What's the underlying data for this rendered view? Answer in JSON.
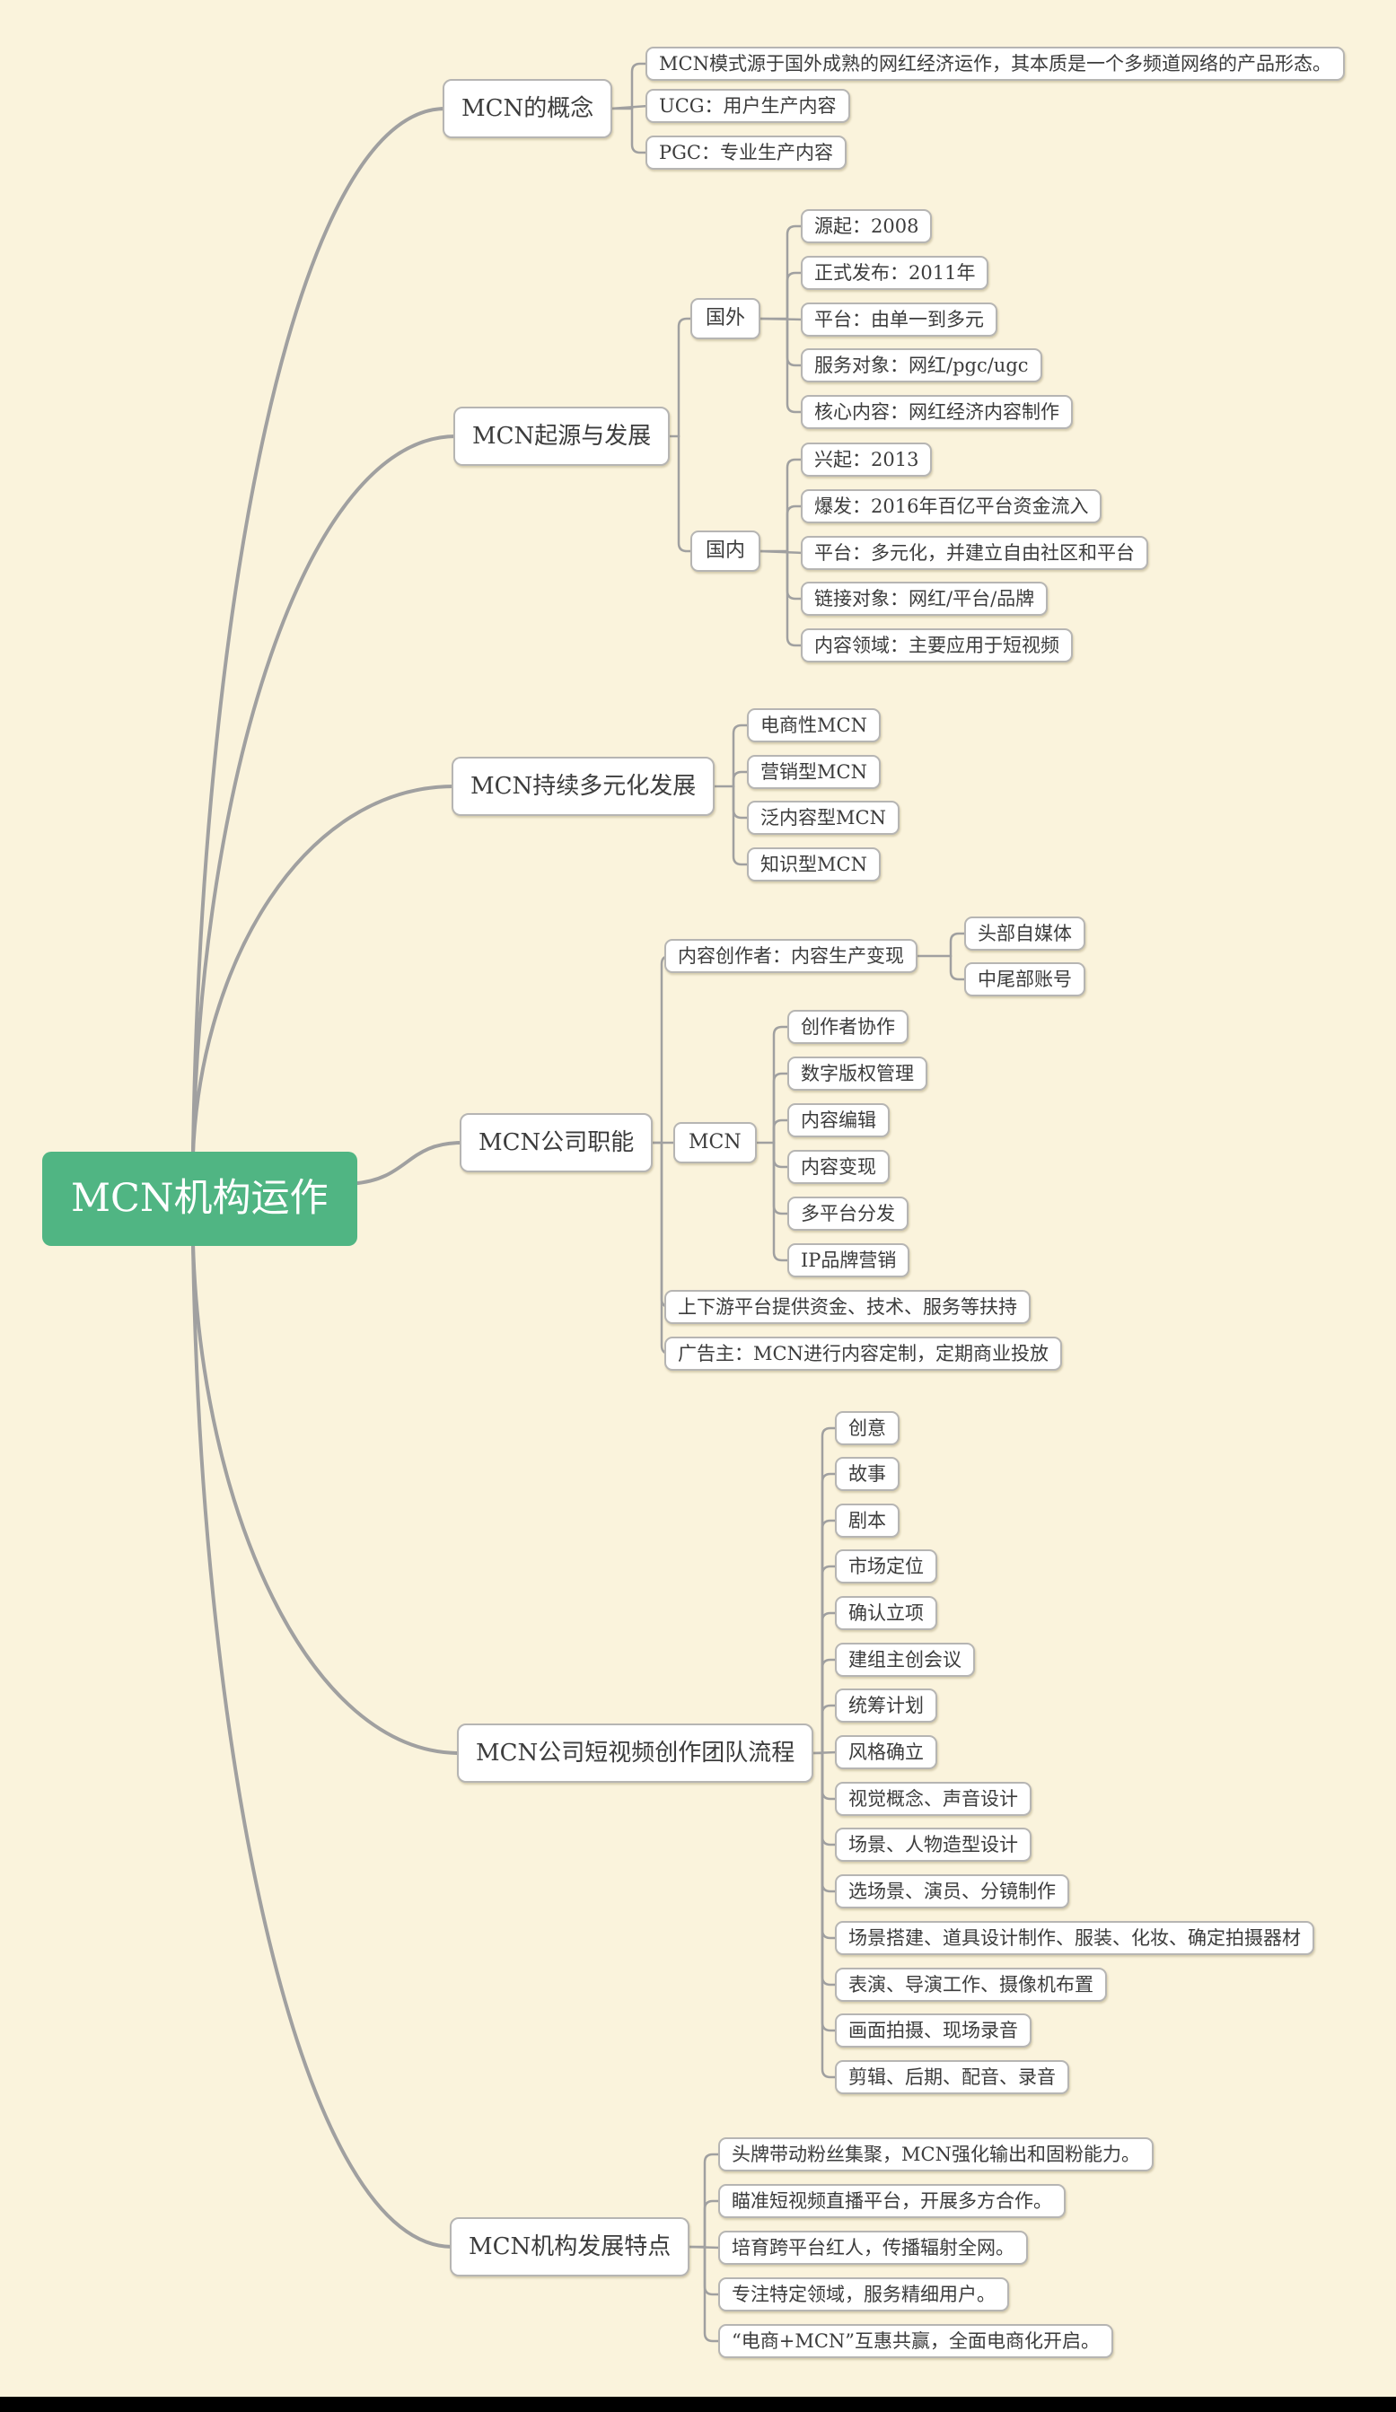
{
  "colors": {
    "background": "#faf3dc",
    "node_fill": "#ffffff",
    "node_border": "#b6b5b3",
    "connector": "#a0a0a0",
    "root_fill": "#50b583",
    "root_text": "#ffffff",
    "text": "#3c3c3c",
    "bottom_bar": "#000000"
  },
  "root": {
    "label": "MCN机构运作"
  },
  "branches": [
    {
      "label": "MCN的概念",
      "children": [
        {
          "label": "MCN模式源于国外成熟的网红经济运作，其本质是一个多频道网络的产品形态。"
        },
        {
          "label": "UCG：用户生产内容"
        },
        {
          "label": "PGC：专业生产内容"
        }
      ]
    },
    {
      "label": "MCN起源与发展",
      "children": [
        {
          "label": "国外",
          "children": [
            {
              "label": "源起：2008"
            },
            {
              "label": "正式发布：2011年"
            },
            {
              "label": "平台：由单一到多元"
            },
            {
              "label": "服务对象：网红/pgc/ugc"
            },
            {
              "label": "核心内容：网红经济内容制作"
            }
          ]
        },
        {
          "label": "国内",
          "children": [
            {
              "label": "兴起：2013"
            },
            {
              "label": "爆发：2016年百亿平台资金流入"
            },
            {
              "label": "平台：多元化，并建立自由社区和平台"
            },
            {
              "label": "链接对象：网红/平台/品牌"
            },
            {
              "label": "内容领域：主要应用于短视频"
            }
          ]
        }
      ]
    },
    {
      "label": "MCN持续多元化发展",
      "children": [
        {
          "label": "电商性MCN"
        },
        {
          "label": "营销型MCN"
        },
        {
          "label": "泛内容型MCN"
        },
        {
          "label": "知识型MCN"
        }
      ]
    },
    {
      "label": "MCN公司职能",
      "children": [
        {
          "label": "内容创作者：内容生产变现",
          "children": [
            {
              "label": "头部自媒体"
            },
            {
              "label": "中尾部账号"
            }
          ]
        },
        {
          "label": "MCN",
          "children": [
            {
              "label": "创作者协作"
            },
            {
              "label": "数字版权管理"
            },
            {
              "label": "内容编辑"
            },
            {
              "label": "内容变现"
            },
            {
              "label": "多平台分发"
            },
            {
              "label": "IP品牌营销"
            }
          ]
        },
        {
          "label": "上下游平台提供资金、技术、服务等扶持"
        },
        {
          "label": "广告主：MCN进行内容定制，定期商业投放"
        }
      ]
    },
    {
      "label": "MCN公司短视频创作团队流程",
      "children": [
        {
          "label": "创意"
        },
        {
          "label": "故事"
        },
        {
          "label": "剧本"
        },
        {
          "label": "市场定位"
        },
        {
          "label": "确认立项"
        },
        {
          "label": "建组主创会议"
        },
        {
          "label": "统筹计划"
        },
        {
          "label": "风格确立"
        },
        {
          "label": "视觉概念、声音设计"
        },
        {
          "label": "场景、人物造型设计"
        },
        {
          "label": "选场景、演员、分镜制作"
        },
        {
          "label": "场景搭建、道具设计制作、服装、化妆、确定拍摄器材"
        },
        {
          "label": "表演、导演工作、摄像机布置"
        },
        {
          "label": "画面拍摄、现场录音"
        },
        {
          "label": "剪辑、后期、配音、录音"
        }
      ]
    },
    {
      "label": "MCN机构发展特点",
      "children": [
        {
          "label": "头牌带动粉丝集聚，MCN强化输出和固粉能力。"
        },
        {
          "label": "瞄准短视频直播平台，开展多方合作。"
        },
        {
          "label": "培育跨平台红人，传播辐射全网。"
        },
        {
          "label": "专注特定领域，服务精细用户。"
        },
        {
          "label": "“电商+MCN”互惠共赢，全面电商化开启。"
        }
      ]
    }
  ]
}
